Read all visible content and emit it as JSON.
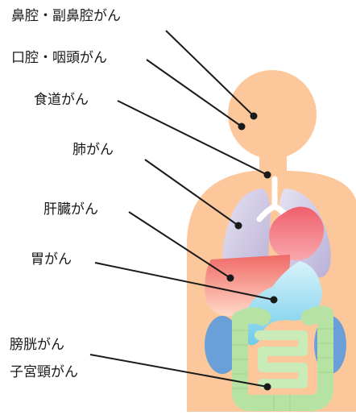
{
  "labels": {
    "nasal": "鼻腔・副鼻腔がん",
    "oral": "口腔・咽頭がん",
    "esophagus": "食道がん",
    "lung": "肺がん",
    "liver": "肝臓がん",
    "stomach": "胃がん",
    "bladder": "膀胱がん",
    "cervix": "子宮頸がん"
  },
  "colors": {
    "skin": "#fcc89b",
    "lung": "#c9c3df",
    "heart": "#f0707a",
    "liver": "#f4877e",
    "stomach": "#8fd8ee",
    "intestine": "#b6e3a3",
    "kidney": "#6a9fd7",
    "airway": "#ffffff",
    "leader": "#1a1a1a"
  }
}
